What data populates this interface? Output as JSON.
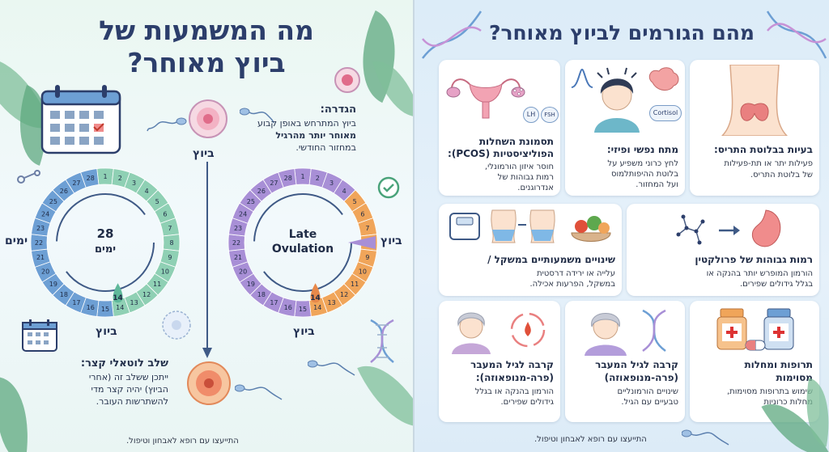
{
  "left": {
    "title_line1": "מה המשמעות של",
    "title_line2": "ביוץ מאוחר?",
    "definition": {
      "title": "הגדרה:",
      "line1": "ביוץ המתרחש באופן קבוע",
      "line2": "מאוחר יותר מהרגיל",
      "line3": "במחזור החודשי."
    },
    "ovulation_label": "ביוץ",
    "days_label": "ימים",
    "normal_cycle": {
      "center_number": "28",
      "center_label": "ימים",
      "ovulation_day": "14",
      "ovulation_label": "ביוץ"
    },
    "late_cycle": {
      "center_line1": "Late",
      "center_line2": "Ovulation",
      "ovulation_day": "14",
      "ovulation_label": "ביוץ",
      "marker_label": "ביוץ"
    },
    "luteal": {
      "title": "שלב לוטאלי קצר:",
      "line1": "ייתכן ששלב זה (אחרי",
      "line2": "הביוץ) יהיה קצר מדי",
      "line3": "להשתרשות העובר."
    },
    "consult": "התייעצו עם רופא לאבחון וטיפול."
  },
  "right": {
    "title": "מהם הגורמים לביוץ מאוחר?",
    "cards": [
      {
        "title": "בעיות בבלוטת התריס:",
        "desc1": "פעילות יתר או תת-פעילות",
        "desc2": "של בלוטת התריס."
      },
      {
        "title": "מתח נפשי ופיזי:",
        "desc1": "לחץ כרוני משפיע על",
        "desc2": "בלוטת ההיפותלמוס",
        "desc3": "ועל המחזור.",
        "tag": "Cortisol"
      },
      {
        "title1": "תסמונת השחלות",
        "title2": "הפוליציסטיות (PCOS):",
        "desc1": "חוסר איזון הורמונלי,",
        "desc2": "רמות גבוהות של",
        "desc3": "אנדרוגנים.",
        "tag1": "LH",
        "tag2": "FSH"
      },
      {
        "title": "רמות גבוהות של פרולקטין",
        "desc1": "הורמון המופרש יותר בהנקה או",
        "desc2": "בגלל גידולים שפירים."
      },
      {
        "title": "שינויים משמעותיים במשקל /",
        "desc1": "עלייה או ירידה דרסטית",
        "desc2": "במשקל, הפרעות אכילה."
      },
      {
        "title1": "תרופות ומחלות",
        "title2": "מסוימות",
        "desc1": "שימוש בתרופות מסוימות,",
        "desc2": "מחלות כרוניות"
      },
      {
        "title1": "קרבה לגיל המעבר",
        "title2": "(פרה-מנופאוזה)",
        "desc1": "שינויים הורמונליים",
        "desc2": "טבעיים עם הגיל."
      },
      {
        "title1": "קרבה לגיל המעבר",
        "title2": "(פרה-מנופאוזה):",
        "desc1": "הורמון בהנקה או בגלל",
        "desc2": "גידולים שפירים."
      }
    ],
    "consult": "התייעצו עם רופא לאבחון וטיפול."
  },
  "colors": {
    "title": "#2c3e6b",
    "ring_green": "#8fd0b4",
    "ring_blue": "#6d9fd4",
    "ring_purple": "#a88fd6",
    "ring_orange": "#f0a55a",
    "ovary_pink": "#f08c8c"
  }
}
